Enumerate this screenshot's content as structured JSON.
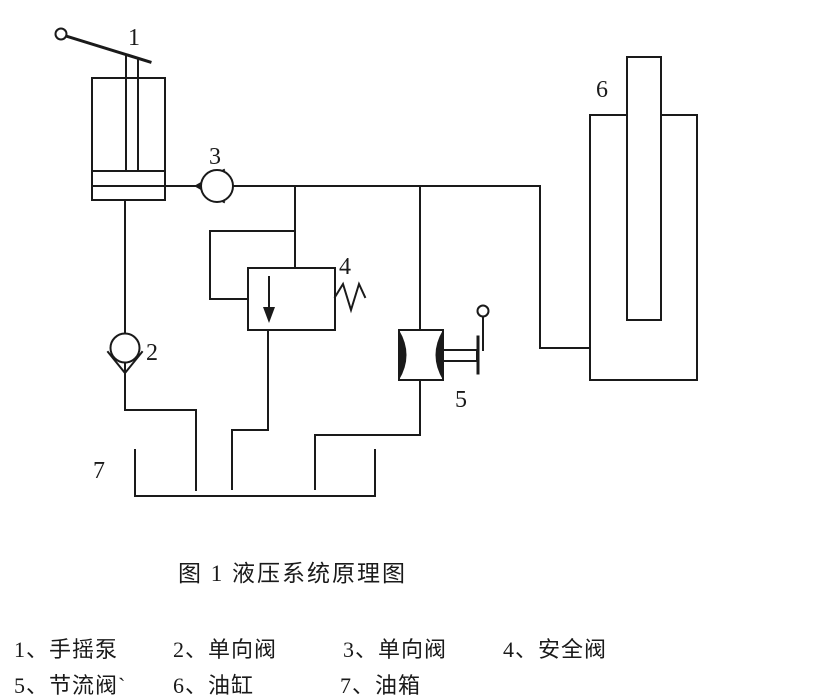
{
  "figure": {
    "caption": "图 1 液压系统原理图"
  },
  "component_labels": {
    "pump": "1",
    "suction_check_valve": "2",
    "outlet_check_valve": "3",
    "relief_valve": "4",
    "throttle_valve": "5",
    "cylinder": "6",
    "tank": "7"
  },
  "legend": {
    "row1": [
      {
        "label": "1、手摇泵"
      },
      {
        "label": "2、单向阀"
      },
      {
        "label": "3、单向阀"
      },
      {
        "label": "4、安全阀"
      }
    ],
    "row2": [
      {
        "label": "5、节流阀`"
      },
      {
        "label": "6、油缸"
      },
      {
        "label": "7、油箱"
      }
    ]
  },
  "colors": {
    "ink": "#1a1a1a",
    "paper": "#ffffff"
  }
}
